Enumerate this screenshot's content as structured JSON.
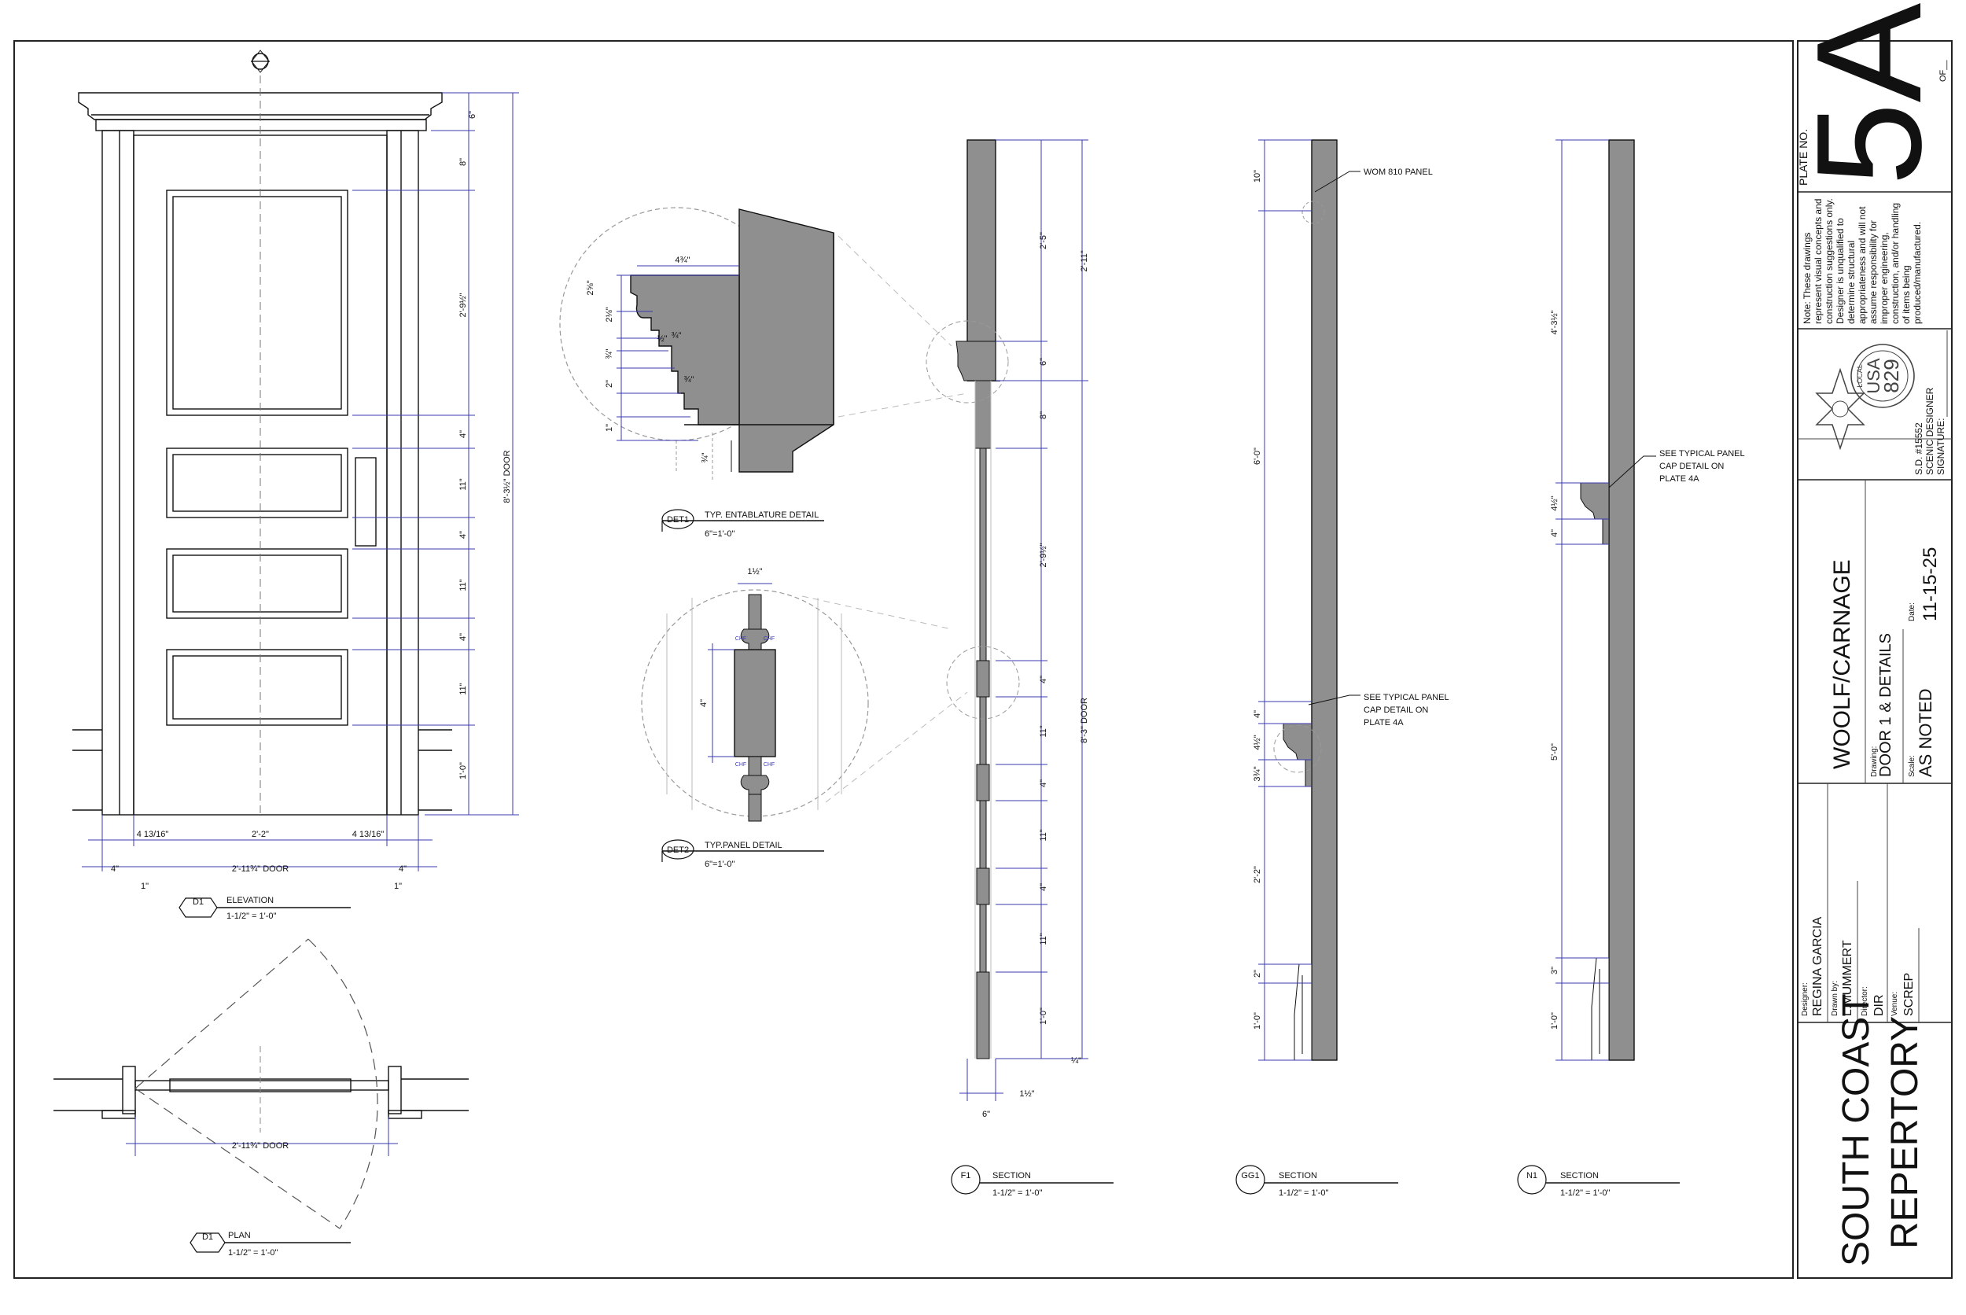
{
  "plate": {
    "label": "PLATE NO.",
    "number": "5A",
    "of": "OF__"
  },
  "note": {
    "lines": [
      "Note: These drawings",
      "represent visual concepts and",
      "construction suggestions only.",
      "Designer is unqualified to",
      "determine structural",
      "appropriateness and will not",
      "assume responsibility for",
      "improper engineering,",
      "construction, and/or handling",
      "of items being",
      "produced/manufactured."
    ]
  },
  "union": {
    "seal_top": "USA",
    "seal_num": "829",
    "seal_local": "LOCAL",
    "sd": "S.D. #15552",
    "role": "SCENIC DESIGNER",
    "signature": "SIGNATURE:"
  },
  "project": {
    "title": "WOOLF/CARNAGE",
    "drawing_label": "Drawing:",
    "drawing": "DOOR 1 & DETAILS",
    "scale_label": "Scale:",
    "scale": "AS NOTED",
    "date_label": "Date:",
    "date": "11-15-25"
  },
  "credits": {
    "designer_label": "Designer:",
    "designer": "REGINA GARCIA",
    "drawn_label": "Drawn by:",
    "drawn": "L.MUMMERT",
    "director_label": "Director:",
    "director": "DIR",
    "venue_label": "Venue:",
    "venue": "SCREP"
  },
  "company": {
    "line1": "SOUTH COAST",
    "line2": "REPERTORY"
  },
  "elevation": {
    "tag": "D1",
    "title": "ELEVATION",
    "scale": "1-1/2\" = 1'-0\"",
    "dims_right": [
      "6\"",
      "8\"",
      "2'-9½\"",
      "4\"",
      "11\"",
      "4\"",
      "11\"",
      "4\"",
      "11\"",
      "1'-0\""
    ],
    "overall": "8'-3½\" DOOR",
    "bottom_inner": [
      "4 13/16\"",
      "2'-2\"",
      "4 13/16\""
    ],
    "bottom_outer": [
      "4\"",
      "2'-11¾\" DOOR",
      "4\""
    ],
    "bottom_min": [
      "1\"",
      "1\""
    ]
  },
  "plan": {
    "tag": "D1",
    "title": "PLAN",
    "scale": "1-1/2\" = 1'-0\"",
    "dim": "2'-11¾\" DOOR"
  },
  "det1": {
    "tag": "DET1",
    "title": "TYP. ENTABLATURE DETAIL",
    "scale": "6\"=1'-0\"",
    "dims": [
      "4¾\"",
      "2⅝\"",
      "2⅛\"",
      "¾\"",
      "½\"",
      "¾\"",
      "¾\"",
      "2\"",
      "1\"",
      "¾\""
    ]
  },
  "det2": {
    "tag": "DET2",
    "title": "TYP.PANEL DETAIL",
    "scale": "6\"=1'-0\"",
    "dims": [
      "1½\"",
      "4\""
    ],
    "chamfer": "CHF"
  },
  "f1": {
    "tag": "F1",
    "title": "SECTION",
    "scale": "1-1/2\" = 1'-0\"",
    "dims": [
      "2'-5\"",
      "6\"",
      "8\"",
      "2'-9½\"",
      "4\"",
      "11\"",
      "4\"",
      "11\"",
      "4\"",
      "11\"",
      "1'-0\""
    ],
    "overall_a": "2'-11\"",
    "overall_b": "8'-3\" DOOR",
    "bottom": [
      "6\"",
      "1½\""
    ],
    "tiny": "¼\""
  },
  "gg1": {
    "tag": "GG1",
    "title": "SECTION",
    "scale": "1-1/2\" = 1'-0\"",
    "dims": [
      "10\"",
      "6'-0\"",
      "4\"",
      "4½\"",
      "3¾\"",
      "2'-2\"",
      "2\"",
      "1'-0\""
    ],
    "callout1": "WOM 810 PANEL",
    "callout2": [
      "SEE TYPICAL PANEL",
      "CAP DETAIL ON",
      "PLATE 4A"
    ]
  },
  "n1": {
    "tag": "N1",
    "title": "SECTION",
    "scale": "1-1/2\" = 1'-0\"",
    "dims": [
      "4'-3½\"",
      "4½\"",
      "4\"",
      "5'-0\"",
      "3\"",
      "1'-0\""
    ],
    "callout": [
      "SEE TYPICAL PANEL",
      "CAP DETAIL ON",
      "PLATE 4A"
    ]
  },
  "colors": {
    "line": "#111111",
    "fill": "#8f8f8f",
    "dim": "#3a3ab0",
    "hidden": "#999999"
  }
}
